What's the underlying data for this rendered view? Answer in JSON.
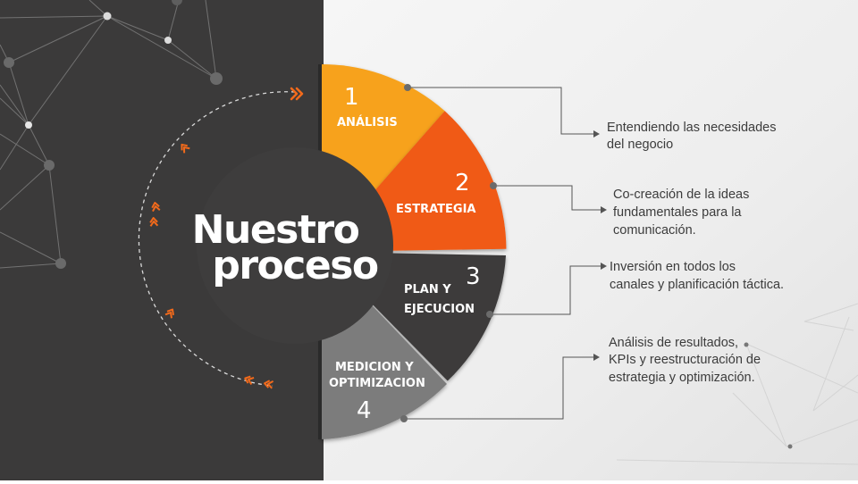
{
  "title": {
    "line1": "Nuestro",
    "line2": "proceso"
  },
  "colors": {
    "left_bg": "#3b3a3a",
    "right_bg": "#f1f1f1",
    "orange_light": "#f7a21b",
    "orange_dark": "#f05a12",
    "dark_gray": "#3c3b3b",
    "mid_gray": "#7b7b7b",
    "accent_arrow": "#f26a1b"
  },
  "steps": [
    {
      "number": "1",
      "label_lines": [
        "ANÁLISIS"
      ],
      "description_lines": [
        "Entendiendo las necesidades",
        "del negocio"
      ]
    },
    {
      "number": "2",
      "label_lines": [
        "ESTRATEGIA"
      ],
      "description_lines": [
        "Co-creación de la ideas",
        "fundamentales para la",
        "comunicación."
      ]
    },
    {
      "number": "3",
      "label_lines": [
        "PLAN Y",
        "EJECUCION"
      ],
      "description_lines": [
        "Inversión en todos los",
        "canales y planificación táctica."
      ]
    },
    {
      "number": "4",
      "label_lines": [
        "MEDICION Y",
        "OPTIMIZACION"
      ],
      "description_lines": [
        "Análisis de resultados,",
        "KPIs y reestructuración de",
        "estrategia y optimización."
      ]
    }
  ]
}
